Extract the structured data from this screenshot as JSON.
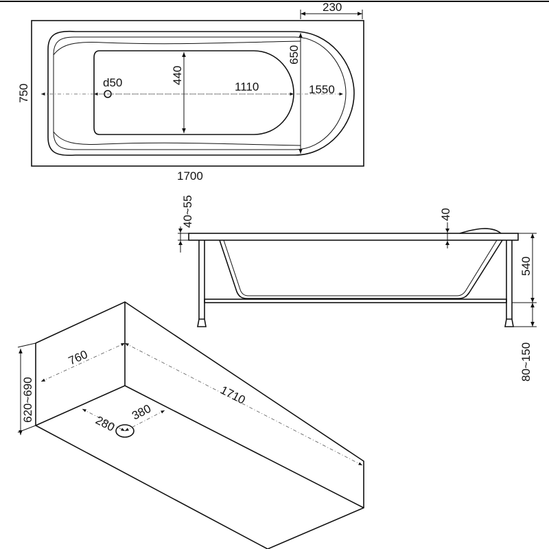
{
  "top_view": {
    "overall_length": "1700",
    "overall_width": "750",
    "rim_end": "230",
    "inner_width": "650",
    "drain": "d50",
    "bottom_width": "440",
    "bottom_length": "1110",
    "inner_length": "1550"
  },
  "side_view": {
    "rim_thickness": "40~55",
    "headrest": "40",
    "frame_height": "540",
    "leg_adjust": "80~150"
  },
  "box_view": {
    "width": "760",
    "length": "1710",
    "height": "620~690",
    "drain_offset_a": "280",
    "drain_offset_b": "380"
  }
}
